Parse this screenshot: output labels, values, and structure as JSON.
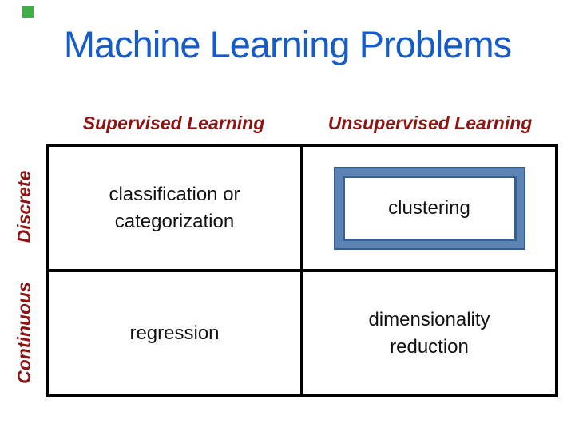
{
  "slide": {
    "title": "Machine Learning Problems",
    "colors": {
      "title_blue": "#165BC8",
      "header_maroon": "#8E1414",
      "box_band_blue": "#5B84B5",
      "box_border_blue": "#36608F",
      "marker_green": "#3FAE49",
      "table_border": "#000000",
      "cell_text": "#111111"
    }
  },
  "matrix": {
    "column_headers": [
      "Supervised Learning",
      "Unsupervised Learning"
    ],
    "row_headers": [
      "Discrete",
      "Continuous"
    ],
    "cells": {
      "discrete_supervised": "classification or categorization",
      "discrete_unsupervised": "clustering",
      "continuous_supervised": "regression",
      "continuous_unsupervised": "dimensionality reduction"
    },
    "highlighted_cell": "clustering"
  }
}
